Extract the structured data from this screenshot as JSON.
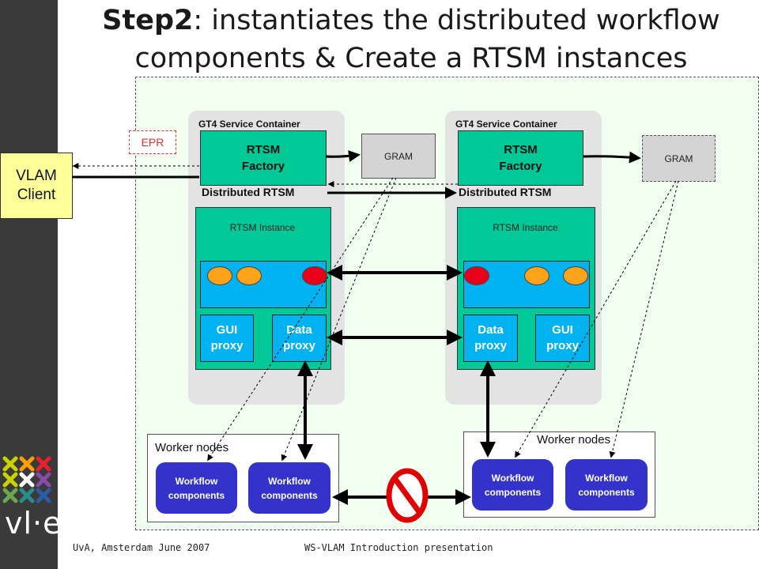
{
  "title": {
    "bold": "Step2",
    "rest": ": instantiates  the distributed workflow",
    "line2": "components & Create a RTSM instances"
  },
  "vlam_client": {
    "line1": "VLAM",
    "line2": "Client"
  },
  "epr": "EPR",
  "left_container": {
    "label": "GT4 Service Container",
    "factory_line1": "RTSM",
    "factory_line2": "Factory",
    "distributed": "Distributed RTSM",
    "instance_label": "RTSM Instance",
    "proxy_a_line1": "GUI",
    "proxy_a_line2": "proxy",
    "proxy_b_line1": "Data",
    "proxy_b_line2": "proxy"
  },
  "right_container": {
    "label": "GT4 Service Container",
    "factory_line1": "RTSM",
    "factory_line2": "Factory",
    "distributed": "Distributed RTSM",
    "instance_label": "RTSM Instance",
    "proxy_a_line1": "Data",
    "proxy_a_line2": "proxy",
    "proxy_b_line1": "GUI",
    "proxy_b_line2": "proxy"
  },
  "gram_left": "GRAM",
  "gram_right": "GRAM",
  "worker_left": {
    "label": "Worker nodes",
    "wf1_line1": "Workflow",
    "wf1_line2": "components",
    "wf2_line1": "Workflow",
    "wf2_line2": "components"
  },
  "worker_right": {
    "label": "Worker nodes",
    "wf1_line1": "Workflow",
    "wf1_line2": "components",
    "wf2_line1": "Workflow",
    "wf2_line2": "components"
  },
  "logo_text": "vl·e",
  "footer": {
    "left": "UvA, Amsterdam June 2007",
    "center": "WS-VLAM Introduction presentation"
  },
  "colors": {
    "sidebar": "#3a3a3a",
    "green": "#00c997",
    "blue": "#00b3f0",
    "workflow": "#3333cc",
    "vlam": "#ffff99"
  },
  "icons": [
    "logo-mark-icon",
    "prohibited-icon"
  ]
}
